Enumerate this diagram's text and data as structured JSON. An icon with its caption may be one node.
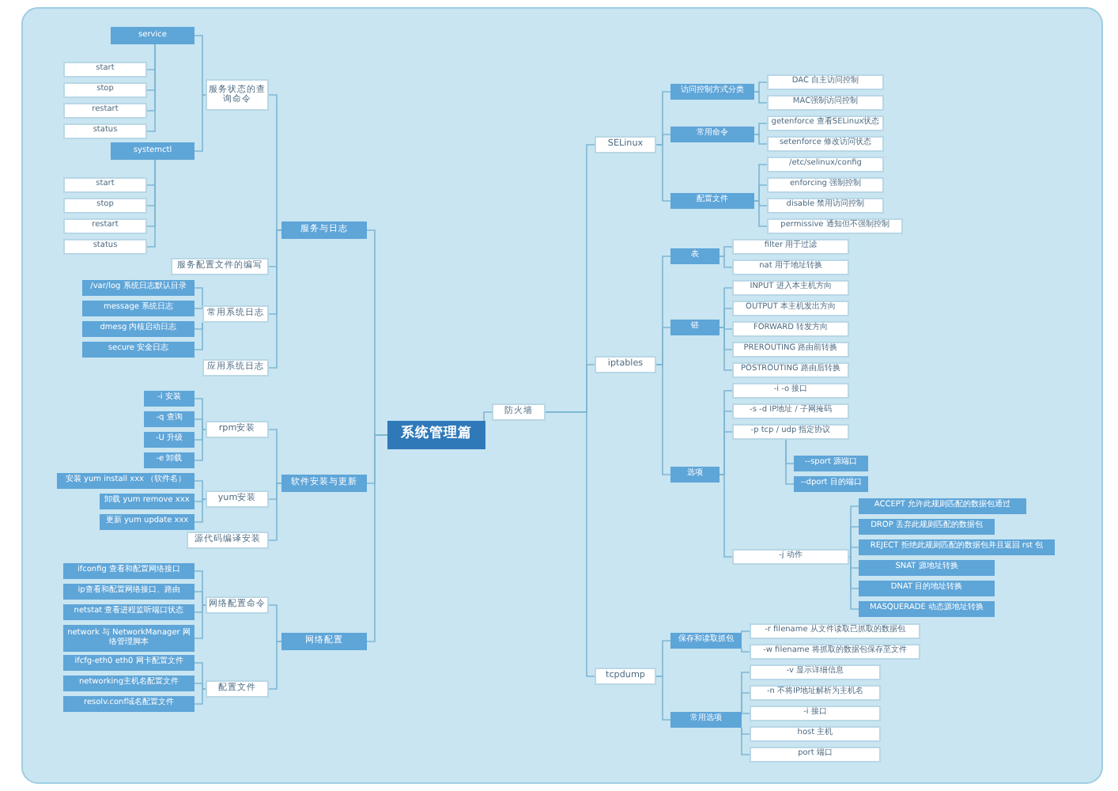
{
  "diagram": {
    "nodes": [
      {
        "text": [
          "系统管理篇"
        ]
      },
      {
        "text": [
          "服务与日志"
        ]
      },
      {
        "text": [
          "服务状态的查询命令"
        ]
      },
      {
        "text": [
          "service"
        ]
      },
      {
        "text": [
          "start"
        ]
      },
      {
        "text": [
          "stop"
        ]
      },
      {
        "text": [
          "restart"
        ]
      },
      {
        "text": [
          "status"
        ]
      },
      {
        "text": [
          "systemctl"
        ]
      },
      {
        "text": [
          "start"
        ]
      },
      {
        "text": [
          "stop"
        ]
      },
      {
        "text": [
          "restart"
        ]
      },
      {
        "text": [
          "status"
        ]
      },
      {
        "text": [
          "服务配置文件的编写"
        ]
      },
      {
        "text": [
          "常用系统日志"
        ]
      },
      {
        "text": [
          "/var/log 系统日志默认目录"
        ]
      },
      {
        "text": [
          "message 系统日志"
        ]
      },
      {
        "text": [
          "dmesg 内核启动日志"
        ]
      },
      {
        "text": [
          "secure 安全日志"
        ]
      },
      {
        "text": [
          "应用系统日志"
        ]
      },
      {
        "text": [
          "软件安装与更新"
        ]
      },
      {
        "text": [
          "rpm安装"
        ]
      },
      {
        "text": [
          "-i 安装"
        ]
      },
      {
        "text": [
          "-q 查询"
        ]
      },
      {
        "text": [
          "-U 升级"
        ]
      },
      {
        "text": [
          "-e 卸载"
        ]
      },
      {
        "text": [
          "yum安装"
        ]
      },
      {
        "text": [
          "安装 yum install xxx （软件名）"
        ]
      },
      {
        "text": [
          "卸载 yum remove xxx"
        ]
      },
      {
        "text": [
          "更新 yum update xxx"
        ]
      },
      {
        "text": [
          "源代码编译安装"
        ]
      },
      {
        "text": [
          "网络配置"
        ]
      },
      {
        "text": [
          "网络配置命令"
        ]
      },
      {
        "text": [
          "ifconfig 查看和配置网络接口"
        ]
      },
      {
        "text": [
          "ip查看和配置网络接口、路由"
        ]
      },
      {
        "text": [
          "netstat 查看进程监听端口状态"
        ]
      },
      {
        "text": [
          "network 与 NetworkManager 网络管理脚本"
        ]
      },
      {
        "text": [
          "配置文件"
        ]
      },
      {
        "text": [
          "ifcfg-eth0 eth0 网卡配置文件"
        ]
      },
      {
        "text": [
          "networking主机名配置文件"
        ]
      },
      {
        "text": [
          "resolv.conf域名配置文件"
        ]
      },
      {
        "text": [
          "防火墙"
        ]
      },
      {
        "text": [
          "SELinux"
        ]
      },
      {
        "text": [
          "访问控制方式分类"
        ]
      },
      {
        "text": [
          "DAC 自主访问控制"
        ]
      },
      {
        "text": [
          "MAC强制访问控制"
        ]
      },
      {
        "text": [
          "常用命令"
        ]
      },
      {
        "text": [
          "getenforce 查看SELinux状态"
        ]
      },
      {
        "text": [
          "setenforce 修改访问状态"
        ]
      },
      {
        "text": [
          "配置文件"
        ]
      },
      {
        "text": [
          "/etc/selinux/config"
        ]
      },
      {
        "text": [
          "enforcing 强制控制"
        ]
      },
      {
        "text": [
          "disable 禁用访问控制"
        ]
      },
      {
        "text": [
          "permissive 通知但不强制控制"
        ]
      },
      {
        "text": [
          "iptables"
        ]
      },
      {
        "text": [
          "表"
        ]
      },
      {
        "text": [
          "filter 用于过滤"
        ]
      },
      {
        "text": [
          "nat 用于地址转换"
        ]
      },
      {
        "text": [
          "链"
        ]
      },
      {
        "text": [
          "INPUT 进入本主机方向"
        ]
      },
      {
        "text": [
          "OUTPUT 本主机发出方向"
        ]
      },
      {
        "text": [
          "FORWARD 转发方向"
        ]
      },
      {
        "text": [
          "PREROUTING 路由前转换"
        ]
      },
      {
        "text": [
          "POSTROUTING 路由后转换"
        ]
      },
      {
        "text": [
          "选项"
        ]
      },
      {
        "text": [
          "-i -o 接口"
        ]
      },
      {
        "text": [
          "-s -d IP地址 / 子网掩码"
        ]
      },
      {
        "text": [
          "-p tcp / udp 指定协议"
        ]
      },
      {
        "text": [
          "--sport 源端口"
        ]
      },
      {
        "text": [
          "--dport 目的端口"
        ]
      },
      {
        "text": [
          "-j 动作"
        ]
      },
      {
        "text": [
          "ACCEPT 允许此规则匹配的数据包通过"
        ]
      },
      {
        "text": [
          "DROP 丢弃此规则匹配的数据包"
        ]
      },
      {
        "text": [
          "REJECT 拒绝此规则匹配的数据包并且返回 rst 包"
        ]
      },
      {
        "text": [
          "SNAT 源地址转换"
        ]
      },
      {
        "text": [
          "DNAT 目的地址转换"
        ]
      },
      {
        "text": [
          "MASQUERADE 动态源地址转换"
        ]
      },
      {
        "text": [
          "tcpdump"
        ]
      },
      {
        "text": [
          "保存和读取抓包"
        ]
      },
      {
        "text": [
          "-r filename 从文件读取已抓取的数据包"
        ]
      },
      {
        "text": [
          "-w filename 将抓取的数据包保存至文件"
        ]
      },
      {
        "text": [
          "常用选项"
        ]
      },
      {
        "text": [
          "-v 显示详细信息"
        ]
      },
      {
        "text": [
          "-n 不将IP地址解析为主机名"
        ]
      },
      {
        "text": [
          "-i 接口"
        ]
      },
      {
        "text": [
          "host 主机"
        ]
      },
      {
        "text": [
          "port 端口"
        ]
      }
    ],
    "edges": [
      {
        "from": 0,
        "to": 1,
        "arrow": "none"
      },
      {
        "from": 1,
        "to": 2,
        "arrow": "none"
      },
      {
        "from": 2,
        "to": 3,
        "arrow": "none"
      },
      {
        "from": 3,
        "to": 4,
        "arrow": "none"
      },
      {
        "from": 3,
        "to": 5,
        "arrow": "none"
      },
      {
        "from": 3,
        "to": 6,
        "arrow": "none"
      },
      {
        "from": 3,
        "to": 7,
        "arrow": "none"
      },
      {
        "from": 2,
        "to": 8,
        "arrow": "none"
      },
      {
        "from": 8,
        "to": 9,
        "arrow": "none"
      },
      {
        "from": 8,
        "to": 10,
        "arrow": "none"
      },
      {
        "from": 8,
        "to": 11,
        "arrow": "none"
      },
      {
        "from": 8,
        "to": 12,
        "arrow": "none"
      },
      {
        "from": 1,
        "to": 13,
        "arrow": "none"
      },
      {
        "from": 1,
        "to": 14,
        "arrow": "none"
      },
      {
        "from": 14,
        "to": 15,
        "arrow": "none"
      },
      {
        "from": 14,
        "to": 16,
        "arrow": "none"
      },
      {
        "from": 14,
        "to": 17,
        "arrow": "none"
      },
      {
        "from": 14,
        "to": 18,
        "arrow": "none"
      },
      {
        "from": 1,
        "to": 19,
        "arrow": "none"
      },
      {
        "from": 0,
        "to": 20,
        "arrow": "none"
      },
      {
        "from": 20,
        "to": 21,
        "arrow": "none"
      },
      {
        "from": 21,
        "to": 22,
        "arrow": "none"
      },
      {
        "from": 21,
        "to": 23,
        "arrow": "none"
      },
      {
        "from": 21,
        "to": 24,
        "arrow": "none"
      },
      {
        "from": 21,
        "to": 25,
        "arrow": "none"
      },
      {
        "from": 20,
        "to": 26,
        "arrow": "none"
      },
      {
        "from": 26,
        "to": 27,
        "arrow": "none"
      },
      {
        "from": 26,
        "to": 28,
        "arrow": "none"
      },
      {
        "from": 26,
        "to": 29,
        "arrow": "none"
      },
      {
        "from": 20,
        "to": 30,
        "arrow": "none"
      },
      {
        "from": 0,
        "to": 31,
        "arrow": "none"
      },
      {
        "from": 31,
        "to": 32,
        "arrow": "none"
      },
      {
        "from": 32,
        "to": 33,
        "arrow": "none"
      },
      {
        "from": 32,
        "to": 34,
        "arrow": "none"
      },
      {
        "from": 32,
        "to": 35,
        "arrow": "none"
      },
      {
        "from": 32,
        "to": 36,
        "arrow": "none"
      },
      {
        "from": 31,
        "to": 37,
        "arrow": "none"
      },
      {
        "from": 37,
        "to": 38,
        "arrow": "none"
      },
      {
        "from": 37,
        "to": 39,
        "arrow": "none"
      },
      {
        "from": 37,
        "to": 40,
        "arrow": "none"
      },
      {
        "from": 0,
        "to": 41,
        "arrow": "none"
      },
      {
        "from": 41,
        "to": 42,
        "arrow": "none"
      },
      {
        "from": 42,
        "to": 43,
        "arrow": "none"
      },
      {
        "from": 43,
        "to": 44,
        "arrow": "none"
      },
      {
        "from": 43,
        "to": 45,
        "arrow": "none"
      },
      {
        "from": 42,
        "to": 46,
        "arrow": "none"
      },
      {
        "from": 46,
        "to": 47,
        "arrow": "none"
      },
      {
        "from": 46,
        "to": 48,
        "arrow": "none"
      },
      {
        "from": 42,
        "to": 49,
        "arrow": "none"
      },
      {
        "from": 49,
        "to": 50,
        "arrow": "none"
      },
      {
        "from": 49,
        "to": 51,
        "arrow": "none"
      },
      {
        "from": 49,
        "to": 52,
        "arrow": "none"
      },
      {
        "from": 49,
        "to": 53,
        "arrow": "none"
      },
      {
        "from": 41,
        "to": 54,
        "arrow": "none"
      },
      {
        "from": 54,
        "to": 55,
        "arrow": "none"
      },
      {
        "from": 55,
        "to": 56,
        "arrow": "none"
      },
      {
        "from": 55,
        "to": 57,
        "arrow": "none"
      },
      {
        "from": 54,
        "to": 58,
        "arrow": "none"
      },
      {
        "from": 58,
        "to": 59,
        "arrow": "none"
      },
      {
        "from": 58,
        "to": 60,
        "arrow": "none"
      },
      {
        "from": 58,
        "to": 61,
        "arrow": "none"
      },
      {
        "from": 58,
        "to": 62,
        "arrow": "none"
      },
      {
        "from": 58,
        "to": 63,
        "arrow": "none"
      },
      {
        "from": 54,
        "to": 64,
        "arrow": "none"
      },
      {
        "from": 64,
        "to": 65,
        "arrow": "none"
      },
      {
        "from": 64,
        "to": 66,
        "arrow": "none"
      },
      {
        "from": 64,
        "to": 67,
        "arrow": "none"
      },
      {
        "from": 67,
        "to": 68,
        "arrow": "none"
      },
      {
        "from": 67,
        "to": 69,
        "arrow": "none"
      },
      {
        "from": 64,
        "to": 70,
        "arrow": "none"
      },
      {
        "from": 70,
        "to": 71,
        "arrow": "none"
      },
      {
        "from": 70,
        "to": 72,
        "arrow": "none"
      },
      {
        "from": 70,
        "to": 73,
        "arrow": "none"
      },
      {
        "from": 70,
        "to": 74,
        "arrow": "none"
      },
      {
        "from": 70,
        "to": 75,
        "arrow": "none"
      },
      {
        "from": 70,
        "to": 76,
        "arrow": "none"
      },
      {
        "from": 41,
        "to": 77,
        "arrow": "none"
      },
      {
        "from": 77,
        "to": 78,
        "arrow": "none"
      },
      {
        "from": 78,
        "to": 79,
        "arrow": "none"
      },
      {
        "from": 78,
        "to": 80,
        "arrow": "none"
      },
      {
        "from": 77,
        "to": 81,
        "arrow": "none"
      },
      {
        "from": 81,
        "to": 82,
        "arrow": "none"
      },
      {
        "from": 81,
        "to": 83,
        "arrow": "none"
      },
      {
        "from": 81,
        "to": 84,
        "arrow": "none"
      },
      {
        "from": 81,
        "to": 85,
        "arrow": "none"
      },
      {
        "from": 81,
        "to": 86,
        "arrow": "none"
      }
    ]
  }
}
